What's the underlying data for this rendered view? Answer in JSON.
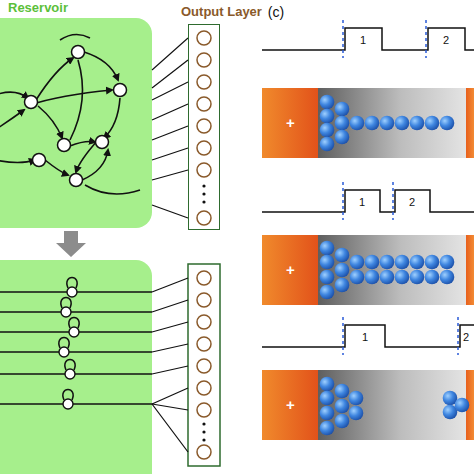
{
  "diagram": {
    "nodes": [
      {
        "text": [
          "Reservoir"
        ]
      },
      {
        "text": [
          "Output Layer"
        ]
      },
      {
        "text": [
          "+"
        ]
      },
      {
        "text": [
          "+"
        ]
      },
      {
        "text": [
          "+"
        ]
      }
    ],
    "edges": [
      {
        "from": 0,
        "to": 1,
        "arrow": "none"
      },
      {
        "from": 0,
        "to": 1,
        "arrow": "none"
      },
      {
        "from": 0,
        "to": 1,
        "arrow": "none"
      },
      {
        "from": 0,
        "to": 1,
        "arrow": "none"
      },
      {
        "from": 0,
        "to": 1,
        "arrow": "none"
      },
      {
        "from": 0,
        "to": 1,
        "arrow": "none"
      },
      {
        "from": 0,
        "to": 1,
        "arrow": "none"
      },
      {
        "from": 0,
        "to": 1,
        "arrow": "none"
      }
    ],
    "labels": [
      "(c)",
      "1",
      "2",
      "1",
      "2",
      "1",
      "2"
    ]
  }
}
